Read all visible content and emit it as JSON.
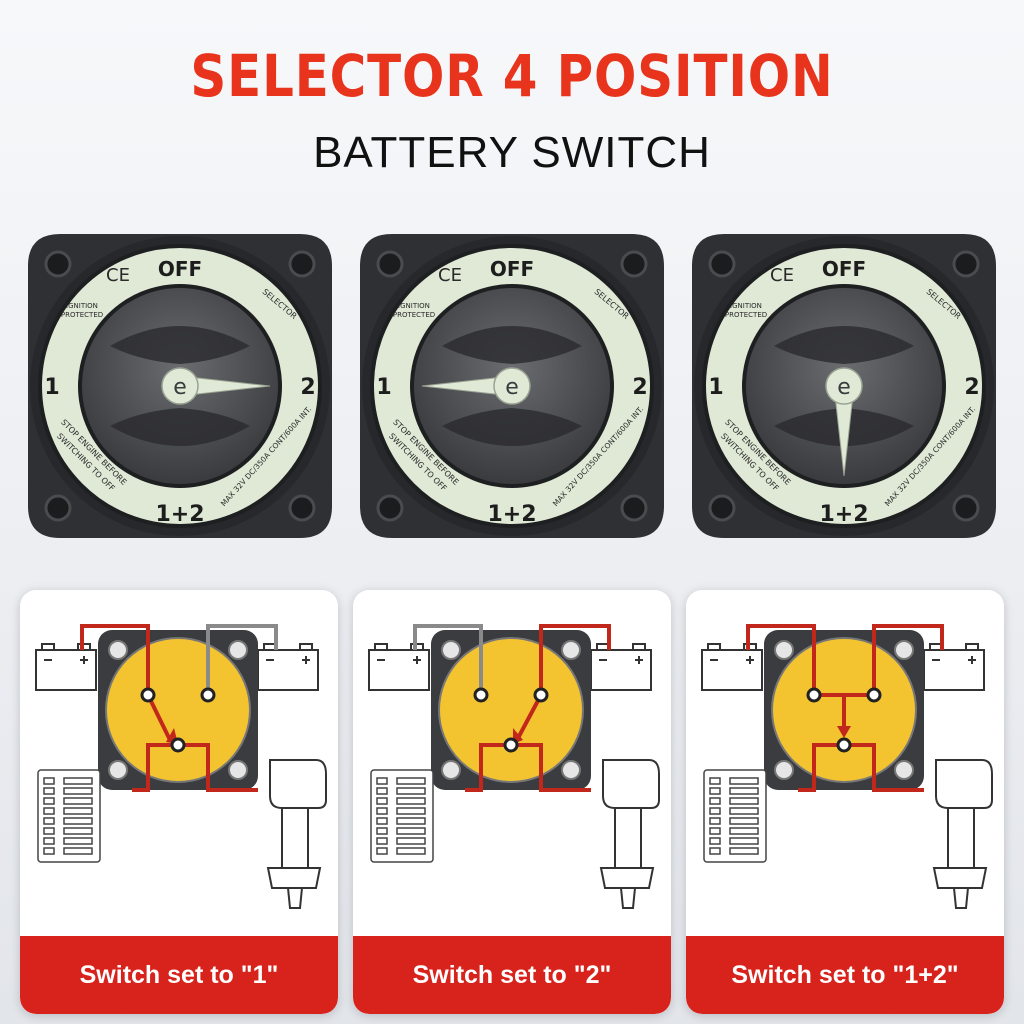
{
  "header": {
    "title": "SELECTOR 4 POSITION",
    "subtitle": "BATTERY SWITCH"
  },
  "switch_face": {
    "off": "OFF",
    "pos1": "1",
    "pos2": "2",
    "both": "1+2",
    "ce": "CE",
    "ignition_line1": "IGNITION",
    "ignition_line2": "PROTECTED",
    "selector": "SELECTOR",
    "warning_line1": "STOP ENGINE BEFORE",
    "warning_line2": "SWITCHING TO OFF",
    "rating": "MAX 32V DC/350A CONT/600A INT.",
    "knob_logo": "e"
  },
  "switches": [
    {
      "position": "1"
    },
    {
      "position": "2"
    },
    {
      "position": "1+2"
    }
  ],
  "diagrams": [
    {
      "caption": "Switch set to \"1\"",
      "active": "1"
    },
    {
      "caption": "Switch set to \"2\"",
      "active": "2"
    },
    {
      "caption": "Switch set to \"1+2\"",
      "active": "1+2"
    }
  ],
  "colors": {
    "title_red": "#e8341c",
    "caption_red": "#d8231c",
    "glow_ring": "#dfe9d6",
    "switch_body": "#2f3033",
    "yellow_disc": "#f4c430",
    "active_wire": "#c2271b",
    "inactive_wire": "#8a8a8a"
  }
}
